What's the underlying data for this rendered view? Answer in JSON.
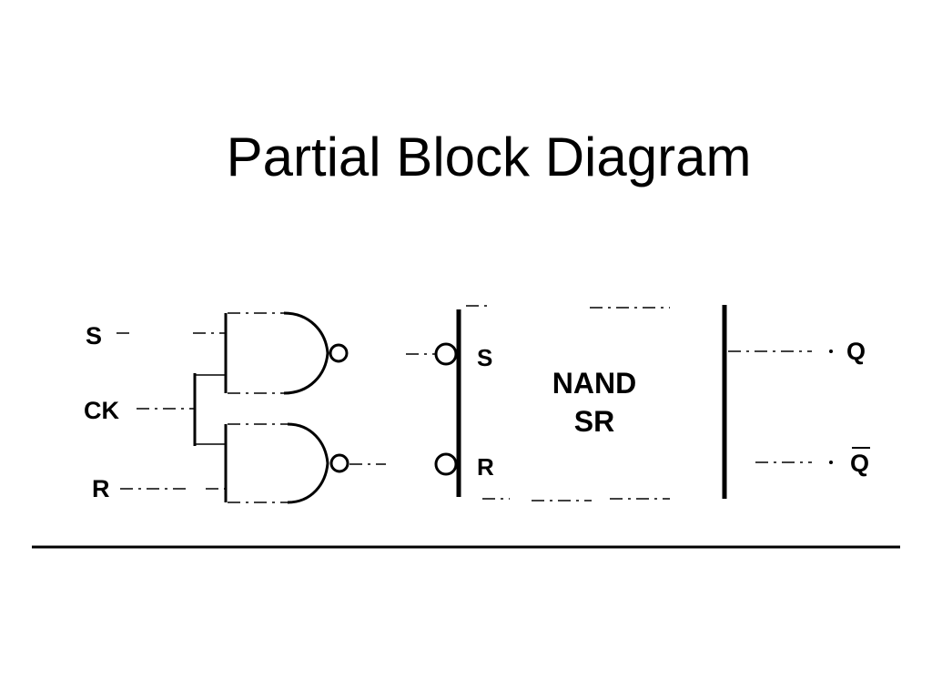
{
  "slide": {
    "title": "Partial Block Diagram"
  },
  "inputs": {
    "s": "S",
    "ck": "CK",
    "r": "R"
  },
  "block": {
    "line1": "NAND",
    "line2": "SR",
    "pin_s": "S",
    "pin_r": "R"
  },
  "outputs": {
    "q": "Q",
    "q_bar": "Q"
  },
  "colors": {
    "ink": "#000000",
    "background": "#ffffff"
  }
}
